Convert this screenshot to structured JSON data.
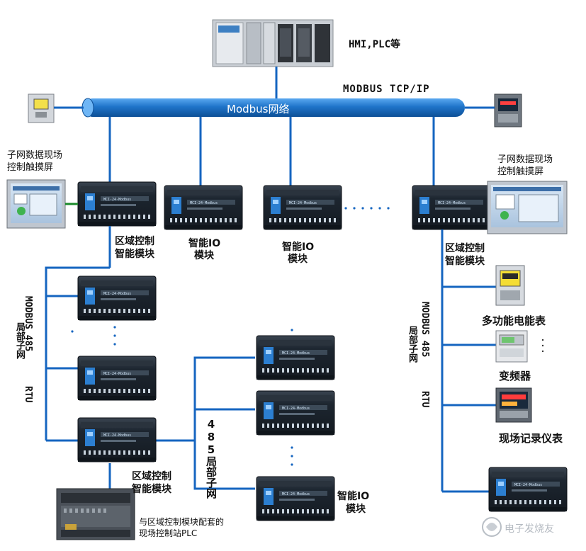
{
  "top": {
    "hmi_plc_label": "HMI,PLC等",
    "protocol_label": "MODBUS TCP/IP",
    "bus_label": "Modbus网络"
  },
  "touchscreen_left": {
    "label_line1": "子网数据现场",
    "label_line2": "控制触摸屏"
  },
  "touchscreen_right": {
    "label_line1": "子网数据现场",
    "label_line2": "控制触摸屏"
  },
  "modules_row": {
    "area_control_left": {
      "line1": "区域控制",
      "line2": "智能模块"
    },
    "io_module_1": {
      "line1": "智能IO",
      "line2": "模块"
    },
    "io_module_2": {
      "line1": "智能IO",
      "line2": "模块"
    },
    "ellipsis": "......",
    "area_control_right": {
      "line1": "区域控制",
      "line2": "智能模块"
    }
  },
  "left_subnet": {
    "bus_label_line1": "MODBUS 485",
    "bus_label_line2": "局部子网",
    "bus_label_line3": "RTU",
    "bottom_area_control": {
      "line1": "区域控制",
      "line2": "智能模块"
    },
    "plc_caption_line1": "与区域控制模块配套的",
    "plc_caption_line2": "现场控制站PLC"
  },
  "middle_subnet": {
    "bus_label": "485局部子网",
    "io_module": {
      "line1": "智能IO",
      "line2": "模块"
    }
  },
  "right_subnet": {
    "bus_label_line1": "MODBUS 485",
    "bus_label_line2": "局部子网",
    "bus_label_line3": "RTU",
    "device_meter": "多功能电能表",
    "device_inverter": "变频器",
    "device_recorder": "现场记录仪表"
  },
  "watermark": "电子发烧友",
  "colors": {
    "bus_blue": "#1f74c9",
    "line_blue": "#1565c0",
    "module_dark": "#1d2630",
    "module_blue_badge": "#2c7fd1"
  }
}
